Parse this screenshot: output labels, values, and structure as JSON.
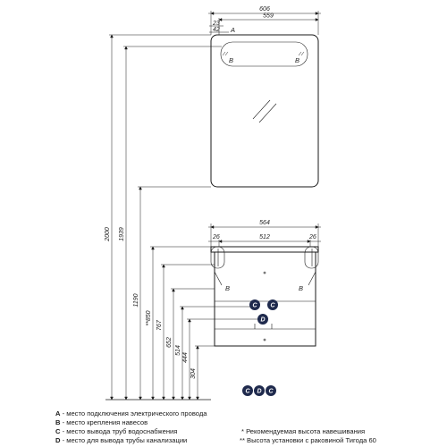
{
  "dimensions": {
    "mirror_width": "606",
    "mirror_inner_width": "559",
    "offset_top_1": "23",
    "offset_top_2": "42",
    "cabinet_width": "564",
    "cabinet_inner_width": "512",
    "cabinet_edge_left": "26",
    "cabinet_edge_right": "26",
    "height_total": "2000",
    "height_1939": "1939",
    "height_1190": "1190",
    "height_850": "**850",
    "height_767": "767",
    "height_652": "652",
    "height_514": "514",
    "height_444": "444",
    "height_304": "304"
  },
  "markers": {
    "a": "A",
    "b": "B",
    "c": "C",
    "d": "D"
  },
  "legend": {
    "a": {
      "key": "A",
      "text": " - место подключения электрического провода"
    },
    "b": {
      "key": "B",
      "text": " - место крепления навесов"
    },
    "c": {
      "key": "C",
      "text": " - место вывода труб водоснабжения"
    },
    "d": {
      "key": "D",
      "text": " - место для вывода трубы канализации"
    },
    "note1": "* Рекомендуемая высота навешивания",
    "note2": "** Высота установки с раковиной Тигода 60"
  },
  "colors": {
    "line": "#1a1a1a",
    "badge": "#1f2a4d"
  }
}
